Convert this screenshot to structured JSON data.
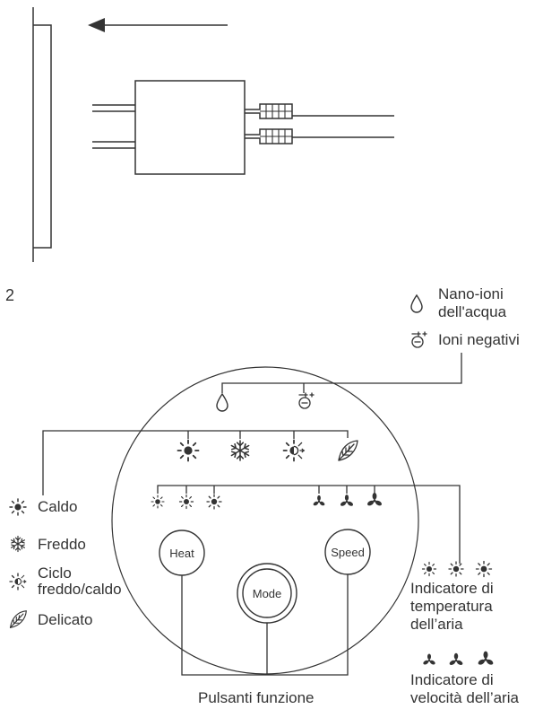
{
  "step_number": "2",
  "legend_top": {
    "nano_ions": [
      "Nano-ioni",
      "dell'acqua"
    ],
    "negative_ions": "Ioni negativi"
  },
  "modes": {
    "hot": "Caldo",
    "cold": "Freddo",
    "cycle": [
      "Ciclo",
      "freddo/caldo"
    ],
    "gentle": "Delicato"
  },
  "buttons": {
    "heat": "Heat",
    "mode": "Mode",
    "speed": "Speed"
  },
  "indicators": {
    "temperature": [
      "Indicatore di",
      "temperatura",
      "dell’aria"
    ],
    "speed": [
      "Indicatore di",
      "velocità dell’aria"
    ]
  },
  "function_buttons_label": "Pulsanti funzione",
  "icons": {
    "top_arrow": "arrow-left-icon",
    "water_drop": "water-drop-icon",
    "negative_ion": "negative-ion-icon",
    "sun": "sun-icon",
    "snowflake": "snowflake-icon",
    "cycle": "half-sun-snow-icon",
    "leaf": "leaf-icon",
    "fan": "fan-icon"
  },
  "line_color": "#333333"
}
